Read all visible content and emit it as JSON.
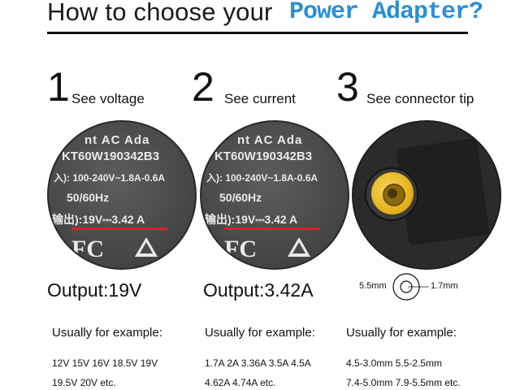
{
  "header": {
    "title_main": "How to choose your",
    "title_accent": "Power Adapter?"
  },
  "steps": [
    {
      "number": "1",
      "label": "See voltage"
    },
    {
      "number": "2",
      "label": "See current"
    },
    {
      "number": "3",
      "label": "See connector tip"
    }
  ],
  "label_closeup": {
    "line1": "nt AC Ada",
    "line2": "KT60W190342B3",
    "line3": "入): 100-240V~1.8A-0.6A",
    "line4": "50/60Hz",
    "line5": "输出):19V⎓3.42 A",
    "fc_mark": "FC"
  },
  "columns": [
    {
      "output": "Output:19V",
      "usually": "Usually for example:",
      "examples": [
        "12V 15V 16V 18.5V 19V",
        "19.5V 20V etc."
      ]
    },
    {
      "output": "Output:3.42A",
      "usually": "Usually for example:",
      "examples": [
        "1.7A 2A 3.36A 3.5A 4.5A",
        "4.62A 4.74A etc."
      ]
    },
    {
      "output": "",
      "usually": "Usually for example:",
      "examples": [
        "4.5-3.0mm 5.5-2.5mm",
        "7.4-5.0mm 7.9-5.5mm etc."
      ]
    }
  ],
  "connector_dims": {
    "outer": "5.5mm",
    "inner": "1.7mm"
  },
  "colors": {
    "accent": "#2a8fd6",
    "underline_red": "#d3242a",
    "tip_yellow": "#e8b41e"
  }
}
